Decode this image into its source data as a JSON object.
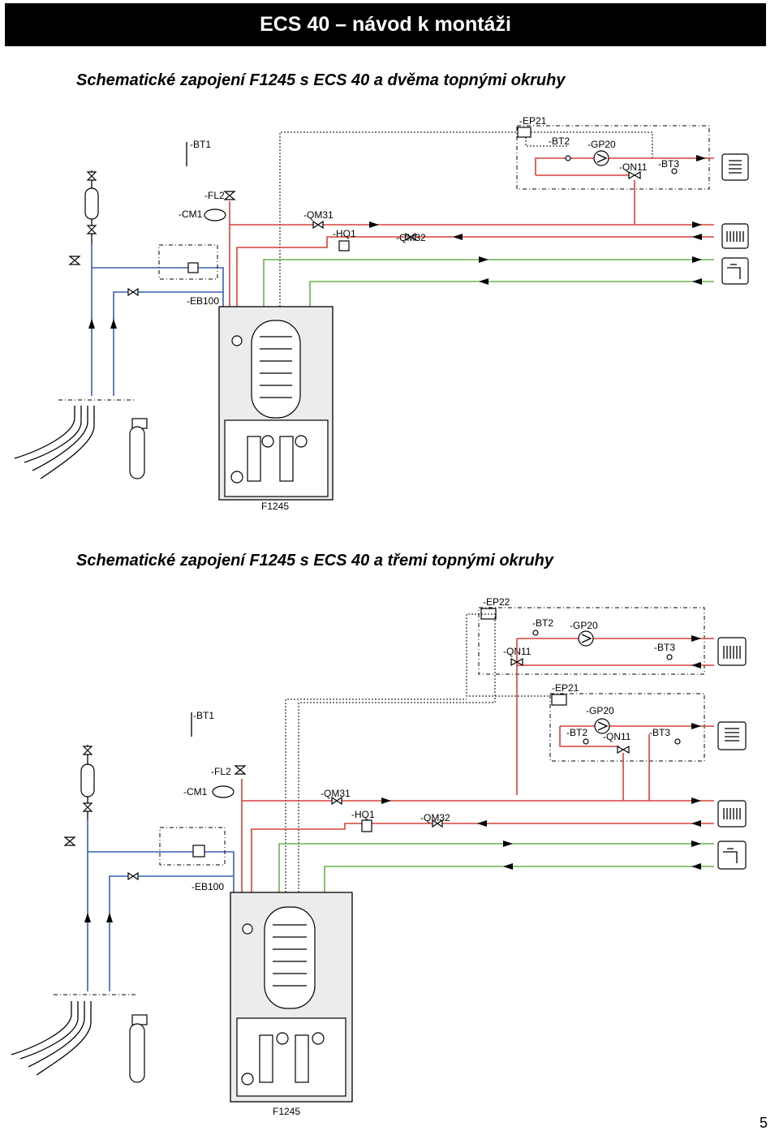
{
  "header": {
    "title": "ECS 40 – návod k montáži"
  },
  "diagram1": {
    "caption": "Schematické zapojení F1245 s ECS 40 a dvěma topnými okruhy",
    "labels": {
      "ep21": "-EP21",
      "bt2": "-BT2",
      "gp20": "-GP20",
      "qn11": "-QN11",
      "bt3": "-BT3",
      "bt1": "-BT1",
      "fl2": "-FL2",
      "cm1": "-CM1",
      "qm31": "-QM31",
      "hq1": "-HQ1",
      "qm32": "-QM32",
      "eb100": "-EB100",
      "unit": "F1245"
    }
  },
  "diagram2": {
    "caption": "Schematické zapojení F1245 s ECS 40 a třemi topnými okruhy",
    "labels": {
      "ep22": "-EP22",
      "ep22_bt2": "-BT2",
      "ep22_gp20": "-GP20",
      "ep22_qn11": "-QN11",
      "ep22_bt3": "-BT3",
      "ep21": "-EP21",
      "ep21_gp20": "-GP20",
      "ep21_bt2": "-BT2",
      "ep21_qn11": "-QN11",
      "ep21_bt3": "-BT3",
      "bt1": "-BT1",
      "fl2": "-FL2",
      "cm1": "-CM1",
      "qm31": "-QM31",
      "hq1": "-HQ1",
      "qm32": "-QM32",
      "eb100": "-EB100",
      "unit": "F1245"
    }
  },
  "page_number": "5",
  "colors": {
    "supply": "#d9413a",
    "return_cold": "#3b5fb0",
    "hot_water": "#6ab04c"
  }
}
